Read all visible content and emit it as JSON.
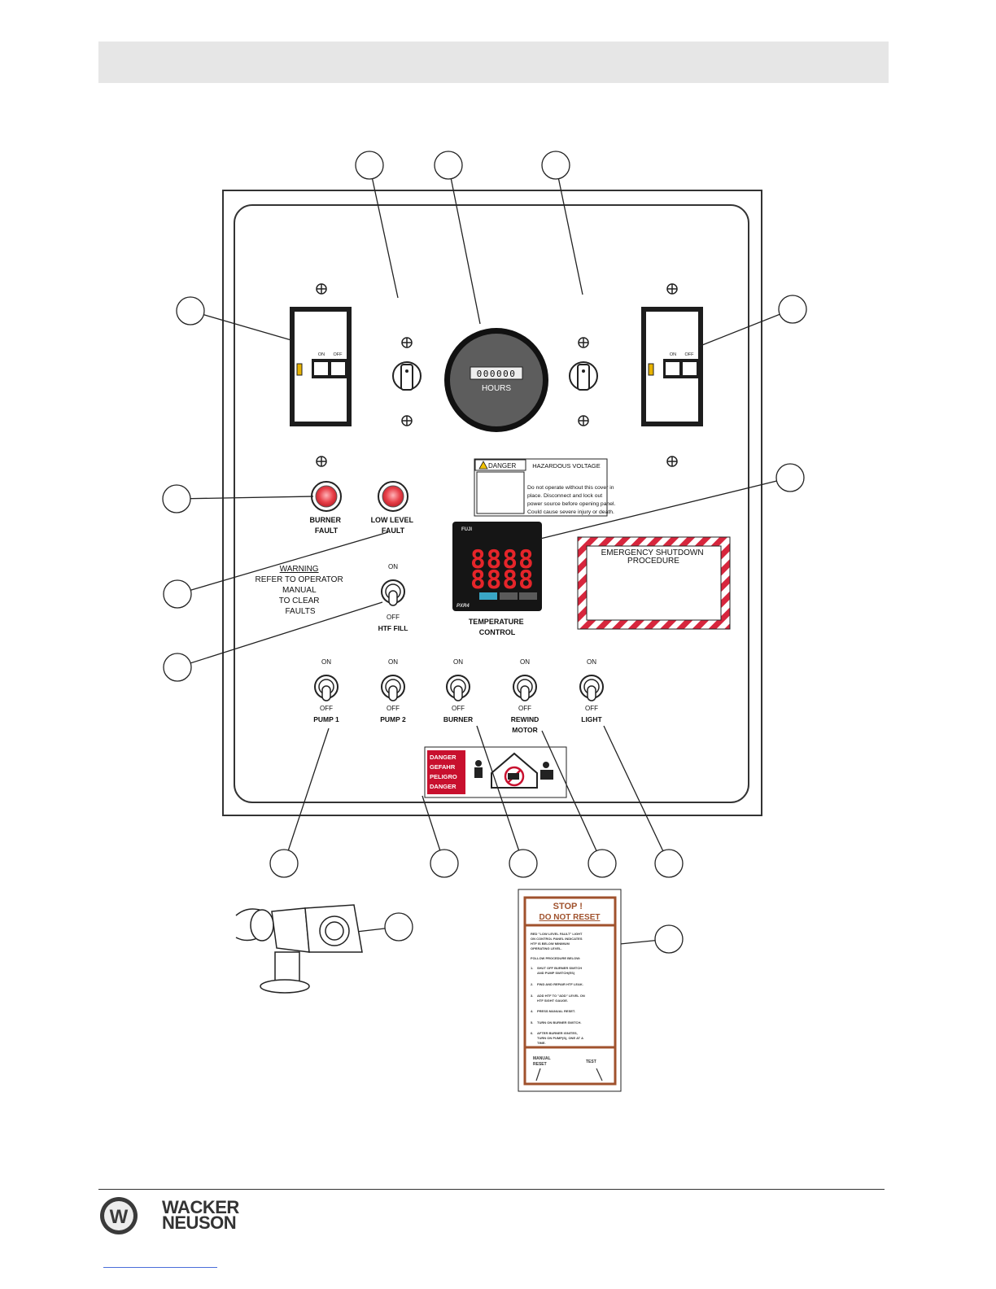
{
  "hours_meter": {
    "digits": "000000",
    "label": "HOURS"
  },
  "breakers": {
    "on": "ON",
    "off": "OFF"
  },
  "indicators": {
    "burner_fault": [
      "BURNER",
      "FAULT"
    ],
    "low_level_fault": [
      "LOW LEVEL",
      "FAULT"
    ]
  },
  "warning_text": [
    "WARNING",
    "REFER TO OPERATOR",
    "MANUAL",
    "TO CLEAR",
    "FAULTS"
  ],
  "htf_fill": {
    "on": "ON",
    "off": "OFF",
    "label": "HTF FILL"
  },
  "danger_label": {
    "badge": "DANGER",
    "title": "HAZARDOUS VOLTAGE",
    "lines": [
      "Do not operate without this cover in",
      "place. Disconnect and lock out",
      "power source before opening panel.",
      "Could cause severe injury or death."
    ]
  },
  "temp_control": {
    "brand": "FUJI",
    "pv": "8888",
    "sv": "8888",
    "label": [
      "TEMPERATURE",
      "CONTROL"
    ],
    "logo": "PXR4"
  },
  "emergency": {
    "title": [
      "EMERGENCY SHUTDOWN",
      "PROCEDURE"
    ]
  },
  "toggles": [
    {
      "on": "ON",
      "off": "OFF",
      "label": [
        "PUMP 1"
      ]
    },
    {
      "on": "ON",
      "off": "OFF",
      "label": [
        "PUMP 2"
      ]
    },
    {
      "on": "ON",
      "off": "OFF",
      "label": [
        "BURNER"
      ]
    },
    {
      "on": "ON",
      "off": "OFF",
      "label": [
        "REWIND",
        "MOTOR"
      ]
    },
    {
      "on": "ON",
      "off": "OFF",
      "label": [
        "LIGHT"
      ]
    }
  ],
  "multi_danger": [
    "DANGER",
    "GEFAHR",
    "PELIGRO",
    "DANGER"
  ],
  "stop_decal": {
    "title": [
      "STOP !",
      "DO NOT RESET"
    ],
    "intro": [
      "RED \"LOW LEVEL FAULT\" LIGHT",
      "ON CONTROL PANEL INDICATES",
      "HTF IS BELOW MINIMUM",
      "OPERATING LEVEL."
    ],
    "follow": "FOLLOW PROCEDURE BELOW:",
    "steps": [
      [
        "1.",
        "SHUT OFF BURNER SWITCH",
        "AND PUMP SWITCH(ES)"
      ],
      [
        "2.",
        "FIND AND REPAIR HTF LEAK."
      ],
      [
        "3.",
        "ADD HTF TO \"ADD\" LEVEL ON",
        "HTF SIGHT GAUGE."
      ],
      [
        "4.",
        "PRESS MANUAL RESET."
      ],
      [
        "5.",
        "TURN ON BURNER SWITCH."
      ],
      [
        "6.",
        "AFTER BURNER IGNITES,",
        "TURN ON PUMP(S), ONE AT A",
        "TIME."
      ]
    ],
    "manual_reset": [
      "MANUAL",
      "RESET"
    ],
    "test": "TEST"
  },
  "brand": [
    "WACKER",
    "NEUSON"
  ],
  "colors": {
    "header_bar": "#e6e6e6",
    "fault_red": "#e8414a",
    "stop_brown": "#a0522d",
    "danger_red": "#c8102e",
    "lcd_red": "#e5252a"
  }
}
